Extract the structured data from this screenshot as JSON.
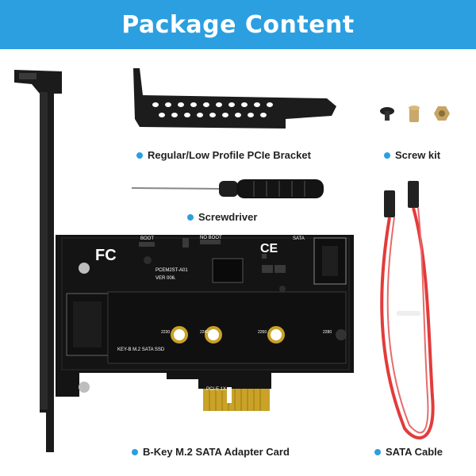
{
  "header": {
    "title": "Package Content"
  },
  "items": [
    {
      "label": "Regular/Low Profile PCIe Bracket"
    },
    {
      "label": "Screw kit"
    },
    {
      "label": "Screwdriver"
    },
    {
      "label": "B-Key M.2 SATA Adapter Card"
    },
    {
      "label": "SATA Cable"
    }
  ],
  "board": {
    "model": "PCEM2ST-A01",
    "version": "VER 006.",
    "key_label": "KEY-B M.2 SATA SSD",
    "slot_label": "PCI-E 1X",
    "sata_label": "SATA",
    "boot_label": "BOOT",
    "noboot_label": "NO BOOT",
    "mount_sizes": [
      "2230",
      "2242",
      "2260",
      "2280"
    ]
  },
  "colors": {
    "accent": "#2b9fe0",
    "board": "#141414",
    "gold": "#c9a227",
    "cable": "#e23b3b"
  }
}
